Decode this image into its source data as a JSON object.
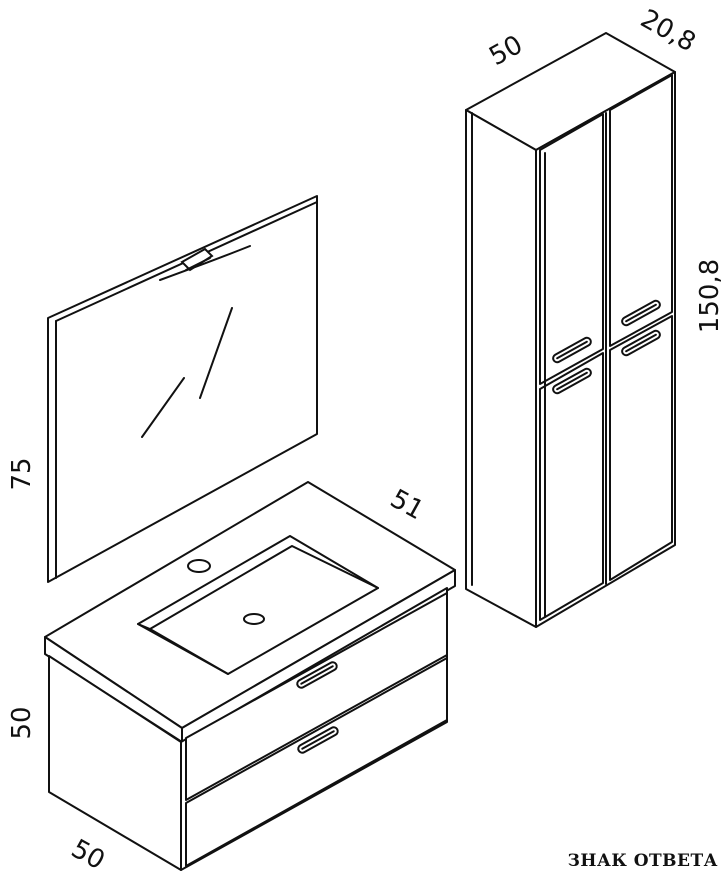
{
  "dimensions": {
    "tall_cabinet_width": "50",
    "tall_cabinet_depth": "20,8",
    "tall_cabinet_height": "150,8",
    "mirror_height": "75",
    "vanity_depth": "51",
    "vanity_height": "50",
    "vanity_width": "50"
  },
  "watermark": "ЗНАК ОТВЕТА"
}
